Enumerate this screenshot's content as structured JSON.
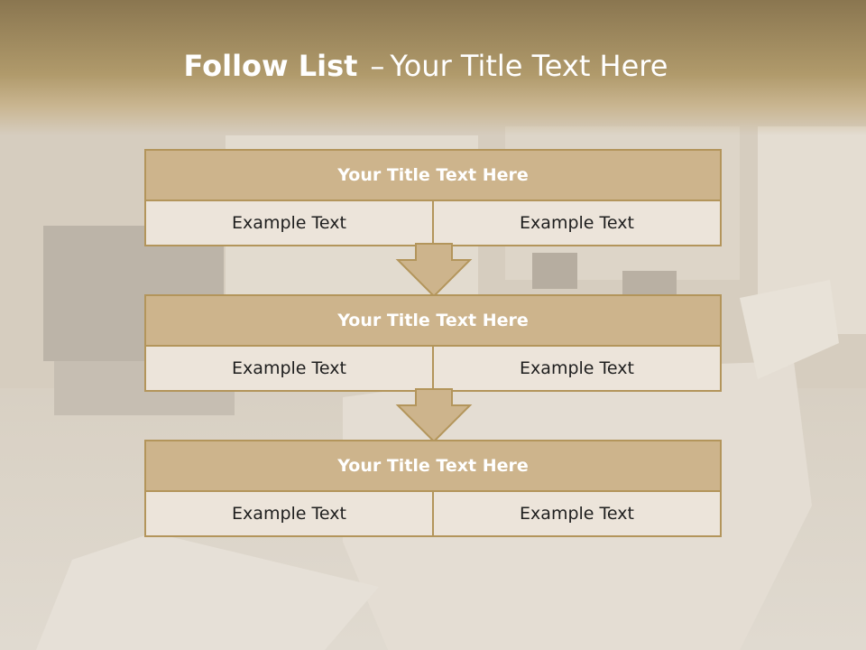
{
  "title": {
    "bold": "Follow List",
    "separator": "–",
    "rest": "Your Title Text Here"
  },
  "steps": [
    {
      "heading": "Your Title Text Here",
      "left": "Example Text",
      "right": "Example Text"
    },
    {
      "heading": "Your Title Text Here",
      "left": "Example Text",
      "right": "Example Text"
    },
    {
      "heading": "Your Title Text Here",
      "left": "Example Text",
      "right": "Example Text"
    }
  ],
  "colors": {
    "header": "#b09a6b",
    "box_border": "#b3955b",
    "box_head": "#cdb48c",
    "box_body": "#ece4da"
  },
  "icons": {
    "connector": "down-arrow-icon"
  }
}
